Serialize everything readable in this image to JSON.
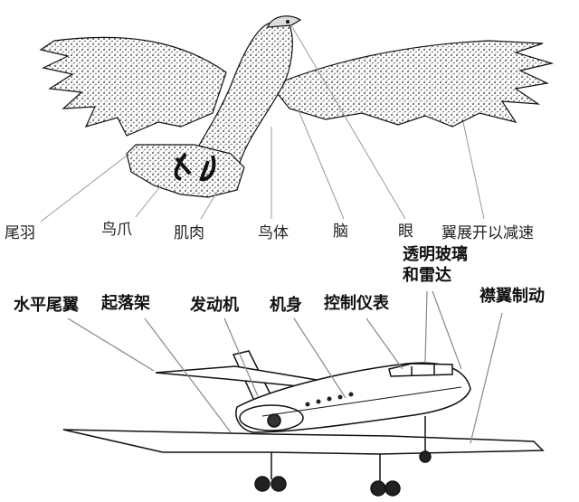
{
  "bird_labels": {
    "tail_feathers": "尾羽",
    "claws": "鸟爪",
    "muscle": "肌肉",
    "body": "鸟体",
    "brain": "脑",
    "eye": "眼",
    "wing_spread": "翼展开以减速"
  },
  "plane_labels": {
    "glass_radar_line1": "透明玻璃",
    "glass_radar_line2": "和雷达",
    "horizontal_tail": "水平尾翼",
    "landing_gear": "起落架",
    "engine": "发动机",
    "fuselage": "机身",
    "instruments": "控制仪表",
    "flap_brake": "襟翼制动"
  }
}
